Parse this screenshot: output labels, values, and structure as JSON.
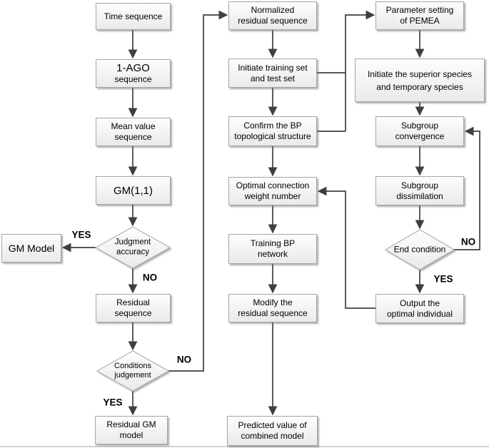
{
  "diagram": {
    "nodes": {
      "time_sequence": {
        "lines": [
          "Time sequence"
        ]
      },
      "ago_sequence": {
        "lines": [
          "1-AGO",
          "sequence"
        ]
      },
      "mean_value": {
        "lines": [
          "Mean value",
          "sequence"
        ]
      },
      "gm11": {
        "lines": [
          "GM(1,1)"
        ]
      },
      "judgment": {
        "lines": [
          "Judgment",
          "accuracy"
        ]
      },
      "gm_model": {
        "lines": [
          "GM Model"
        ]
      },
      "residual_sequence": {
        "lines": [
          "Residual",
          "sequence"
        ]
      },
      "conditions": {
        "lines": [
          "Conditions",
          "judgement"
        ]
      },
      "residual_gm": {
        "lines": [
          "Residual GM",
          "model"
        ]
      },
      "normalized": {
        "lines": [
          "Normalized",
          "residual sequence"
        ]
      },
      "init_train": {
        "lines": [
          "Initiate training set",
          "and test set"
        ]
      },
      "confirm_bp": {
        "lines": [
          "Confirm the BP",
          "topological structure"
        ]
      },
      "optimal": {
        "lines": [
          "Optimal connection",
          "weight number"
        ]
      },
      "train_bp": {
        "lines": [
          "Training BP",
          "network"
        ]
      },
      "modify": {
        "lines": [
          "Modify the",
          "residual sequence"
        ]
      },
      "predicted": {
        "lines": [
          "Predicted value of",
          "combined model"
        ]
      },
      "param": {
        "lines": [
          "Parameter setting",
          "of PEMEA"
        ]
      },
      "init_species": {
        "lines": [
          "Initiate the superior species",
          "and temporary species"
        ]
      },
      "subgroup_conv": {
        "lines": [
          "Subgroup",
          "convergence"
        ]
      },
      "subgroup_diss": {
        "lines": [
          "Subgroup",
          "dissimilation"
        ]
      },
      "end_cond": {
        "lines": [
          "End condition"
        ]
      },
      "output": {
        "lines": [
          "Output the",
          "optimal individual"
        ]
      }
    },
    "edge_labels": {
      "judgment_yes": "YES",
      "judgment_no": "NO",
      "conditions_no": "NO",
      "conditions_yes": "YES",
      "end_no": "NO",
      "end_yes": "YES"
    },
    "colors": {
      "connector": "#3f3f3f",
      "node_border": "#a6a6a6",
      "node_fill_top": "#fdfdfd",
      "node_fill_bottom": "#eaeaea",
      "text": "#000000",
      "bottom_rule": "#d2d2d2"
    }
  }
}
